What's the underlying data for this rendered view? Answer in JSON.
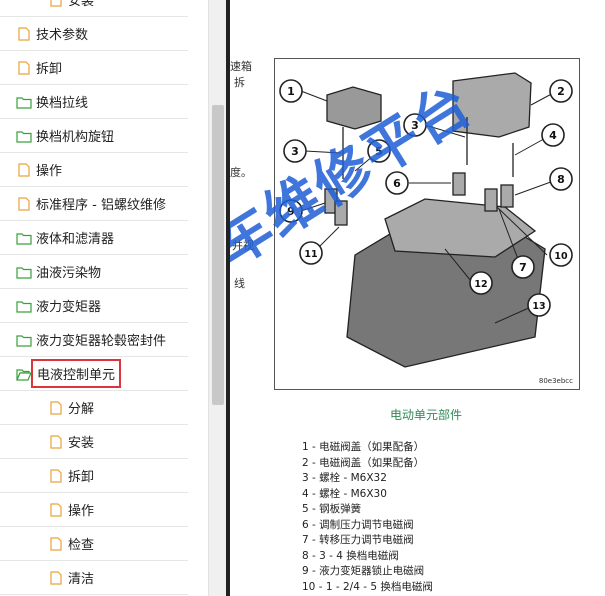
{
  "sidebar": {
    "items": [
      {
        "label": "安装",
        "icon": "document-icon",
        "level": 2
      },
      {
        "label": "技术参数",
        "icon": "document-icon",
        "level": 1
      },
      {
        "label": "拆卸",
        "icon": "document-icon",
        "level": 1
      },
      {
        "label": "换档拉线",
        "icon": "folder-icon",
        "level": 1
      },
      {
        "label": "换档机构旋钮",
        "icon": "folder-icon",
        "level": 1
      },
      {
        "label": "操作",
        "icon": "document-icon",
        "level": 1
      },
      {
        "label": "标准程序 - 铝螺纹维修",
        "icon": "document-icon",
        "level": 1
      },
      {
        "label": "液体和滤清器",
        "icon": "folder-icon",
        "level": 1
      },
      {
        "label": "油液污染物",
        "icon": "folder-icon",
        "level": 1
      },
      {
        "label": "液力变矩器",
        "icon": "folder-icon",
        "level": 1
      },
      {
        "label": "液力变矩器轮毂密封件",
        "icon": "folder-icon",
        "level": 1
      },
      {
        "label": "电液控制单元",
        "icon": "folder-open-icon",
        "level": 1,
        "selected": true
      },
      {
        "label": "分解",
        "icon": "document-icon",
        "level": 2
      },
      {
        "label": "安装",
        "icon": "document-icon",
        "level": 2
      },
      {
        "label": "拆卸",
        "icon": "document-icon",
        "level": 2
      },
      {
        "label": "操作",
        "icon": "document-icon",
        "level": 2
      },
      {
        "label": "检查",
        "icon": "document-icon",
        "level": 2
      },
      {
        "label": "清洁",
        "icon": "document-icon",
        "level": 2
      }
    ]
  },
  "document": {
    "fragments": [
      "速箱",
      "拆",
      "度。",
      "并视",
      "线"
    ],
    "figure_code": "80e3ebcc",
    "watermark": "车维修平台",
    "callouts": [
      "1",
      "2",
      "3",
      "3",
      "4",
      "5",
      "6",
      "7",
      "8",
      "9",
      "10",
      "11",
      "12",
      "13"
    ],
    "caption": "电动单元部件",
    "parts": [
      "1 - 电磁阀盖（如果配备）",
      "2 - 电磁阀盖（如果配备）",
      "3 - 螺栓 - M6X32",
      "4 - 螺栓 - M6X30",
      "5 - 钢板弹簧",
      "6 - 调制压力调节电磁阀",
      "7 - 转移压力调节电磁阀",
      "8 - 3 - 4 换档电磁阀",
      "9 - 液力变矩器锁止电磁阀",
      "10 - 1 - 2/4 - 5 换档电磁阀"
    ]
  },
  "colors": {
    "folder": "#3aa03a",
    "document": "#e8a33d",
    "selection": "#d9363e",
    "caption": "#2e8b57",
    "watermark": "#1f5fd6"
  }
}
